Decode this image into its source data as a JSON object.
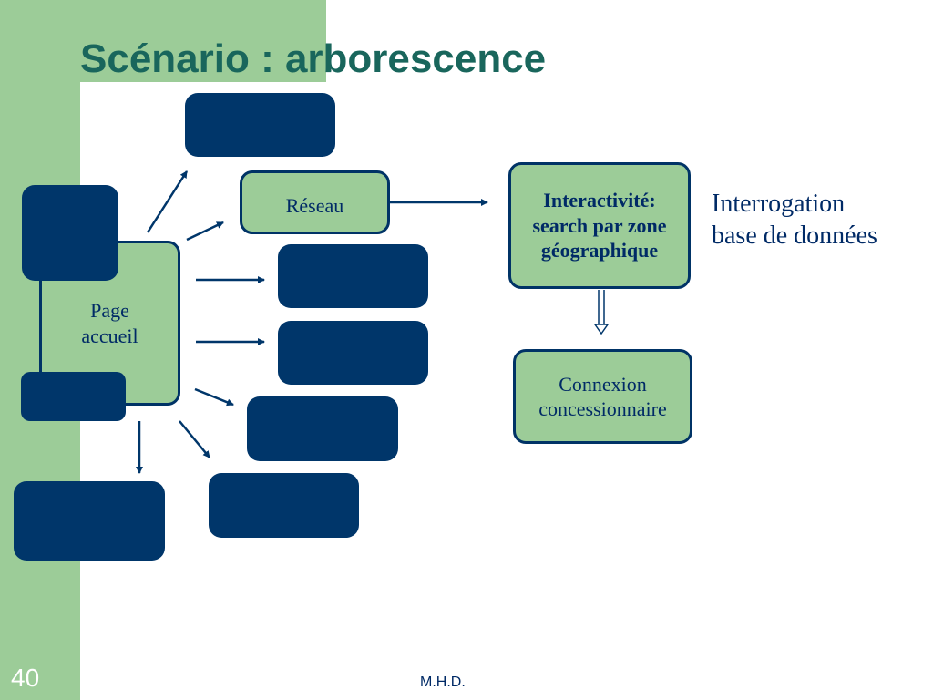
{
  "slide": {
    "title": "Scénario : arborescence",
    "page_number": "40",
    "author": "M.H.D."
  },
  "diagram": {
    "home": {
      "line1": "Page",
      "line2": "accueil"
    },
    "reseau": "Réseau",
    "interactivity": {
      "line1": "Interactivité:",
      "line2": "search par zone",
      "line3": "géographique"
    },
    "query": {
      "line1": "Interrogation",
      "line2": "base de données"
    },
    "connection": {
      "line1": "Connexion",
      "line2": "concessionnaire"
    }
  },
  "colors": {
    "accent_green": "#9ccc98",
    "navy": "#00366a",
    "title_teal": "#19665c",
    "text_blue": "#002a66"
  }
}
